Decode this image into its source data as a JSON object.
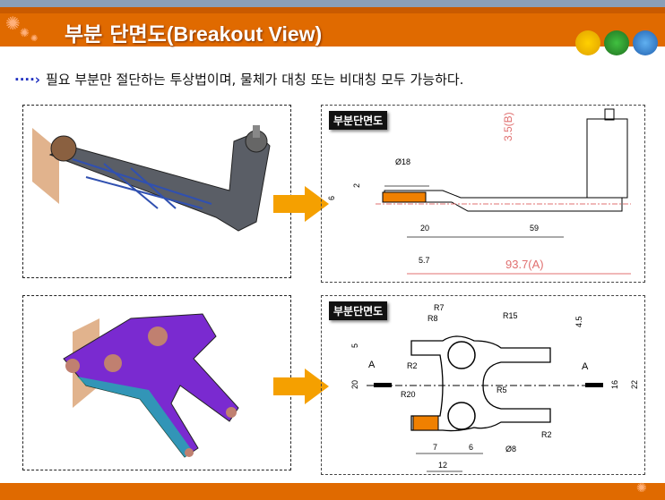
{
  "header": {
    "title_ko": "부분 단면도",
    "title_en": "(Breakout View)"
  },
  "subtitle": {
    "arrow_icon": "dotted-arrow-icon",
    "text": "필요 부분만 절단하는 투상법이며, 물체가 대칭 또는 비대칭 모두 가능하다."
  },
  "nav_icons": [
    "folder-icon",
    "puzzle-icon",
    "cube-icon"
  ],
  "colors": {
    "accent": "#e06a00",
    "section": "#f08000",
    "dim": "#e07070"
  },
  "panel1": {
    "tag": "부분단면도",
    "dims": {
      "d18": "Ø18",
      "two": "2",
      "six": "6",
      "twenty": "20",
      "fiftynine": "59",
      "five7": "5.7",
      "b": "3.5(B)",
      "a": "93.7(A)"
    }
  },
  "panel2": {
    "tag": "부분단면도",
    "dims": {
      "r7": "R7",
      "r8": "R8",
      "r15": "R15",
      "r2a": "R2",
      "r20": "R20",
      "r5": "R5",
      "r2b": "R2",
      "d8": "Ø8",
      "five": "5",
      "twenty": "20",
      "a1": "A",
      "a2": "A",
      "four5": "4.5",
      "sixteen": "16",
      "twentytwo": "22",
      "seven": "7",
      "six": "6",
      "twelve": "12"
    }
  }
}
